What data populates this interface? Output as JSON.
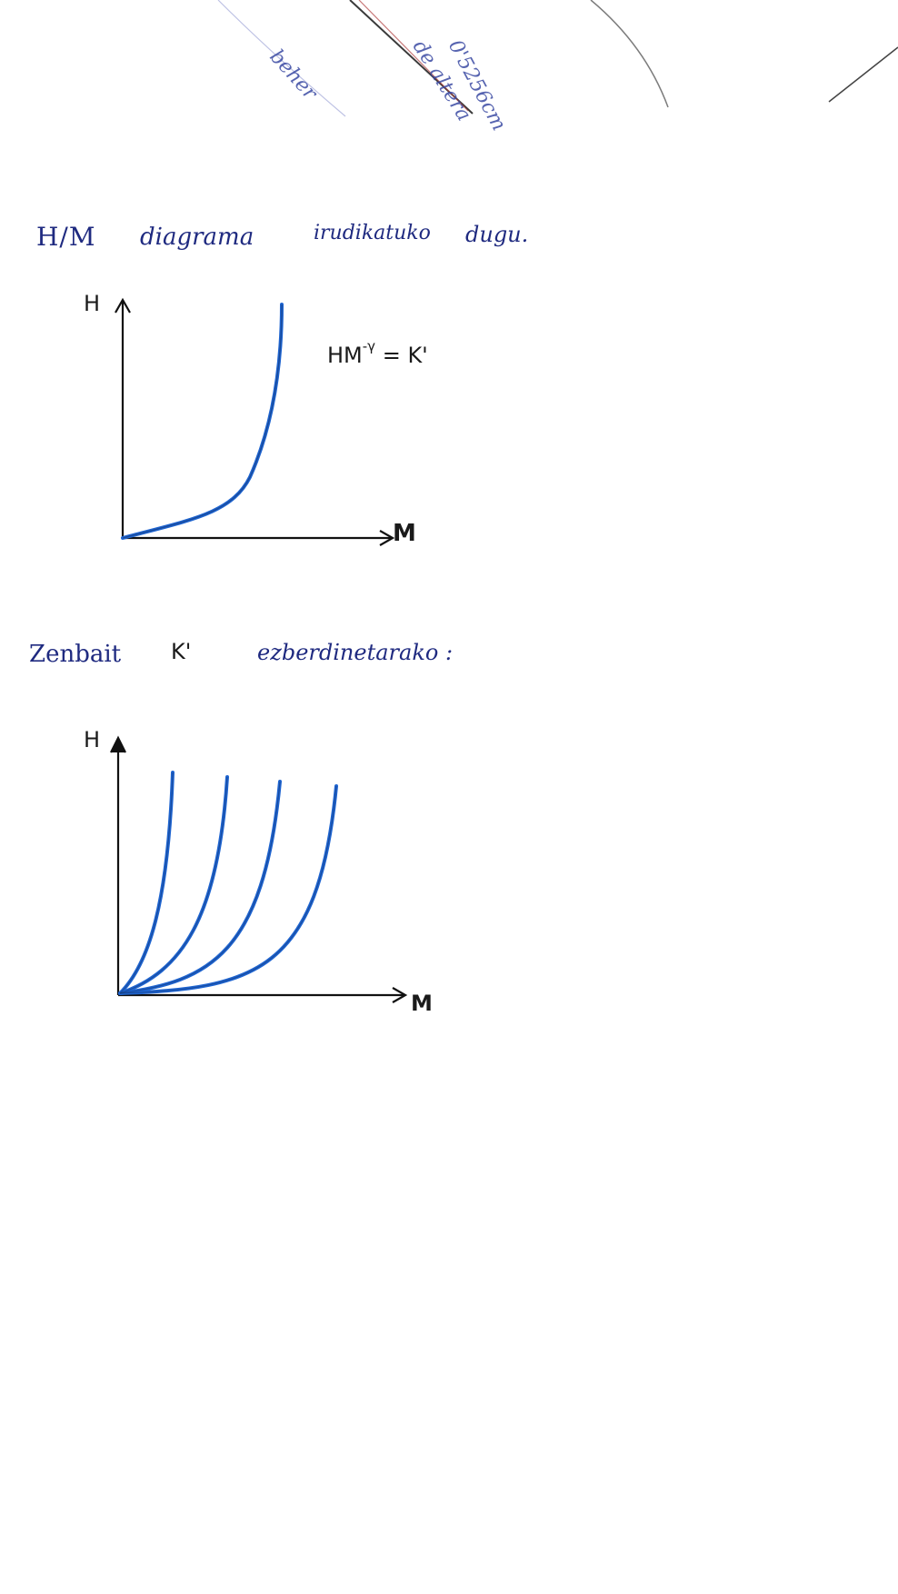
{
  "residue": {
    "line1": "0'5256cm",
    "line2": "de altera",
    "line3": "beher"
  },
  "heading1": {
    "w1": "H/M",
    "w2": "diagrama",
    "w3": "irudikatuko",
    "w4": "dugu."
  },
  "chart1": {
    "y_label": "H",
    "x_label": "M",
    "formula_base": "HM",
    "formula_exp": "-γ",
    "formula_rhs": "= K'"
  },
  "heading2": {
    "w1": "Zenbait",
    "w2": "K'",
    "w3": "ezberdinetarako :"
  },
  "chart2": {
    "y_label": "H",
    "x_label": "M"
  },
  "colors": {
    "ink_blue": "#1f2a80",
    "curve_blue": "#1e64d0",
    "axis_black": "#111111"
  }
}
